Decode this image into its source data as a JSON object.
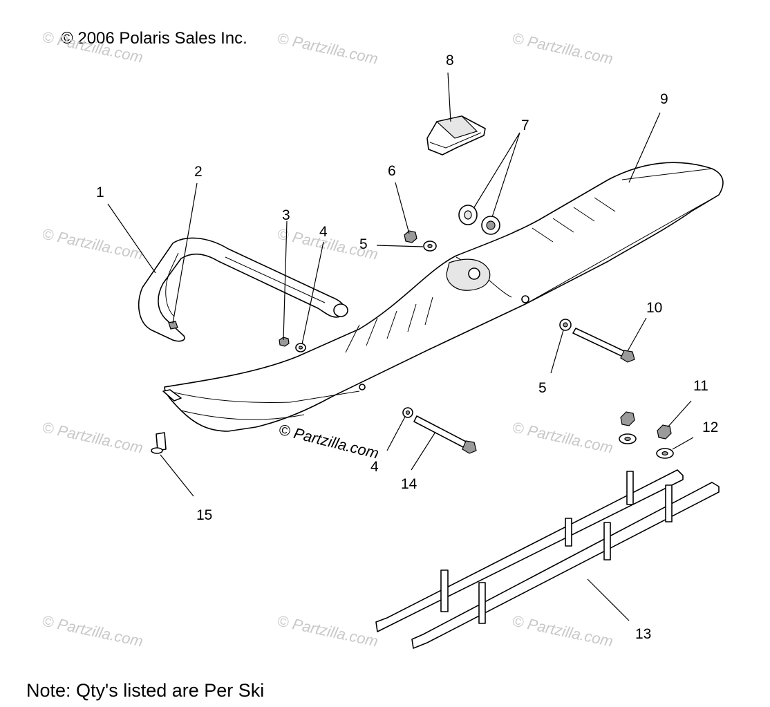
{
  "copyright": "© 2006 Polaris Sales Inc.",
  "note": "Note: Qty's listed are Per Ski",
  "watermark_text": "© Partzilla.com",
  "callouts": [
    "1",
    "2",
    "3",
    "4",
    "5",
    "6",
    "7",
    "8",
    "9",
    "10",
    "5",
    "11",
    "12",
    "14",
    "4",
    "13",
    "15"
  ]
}
